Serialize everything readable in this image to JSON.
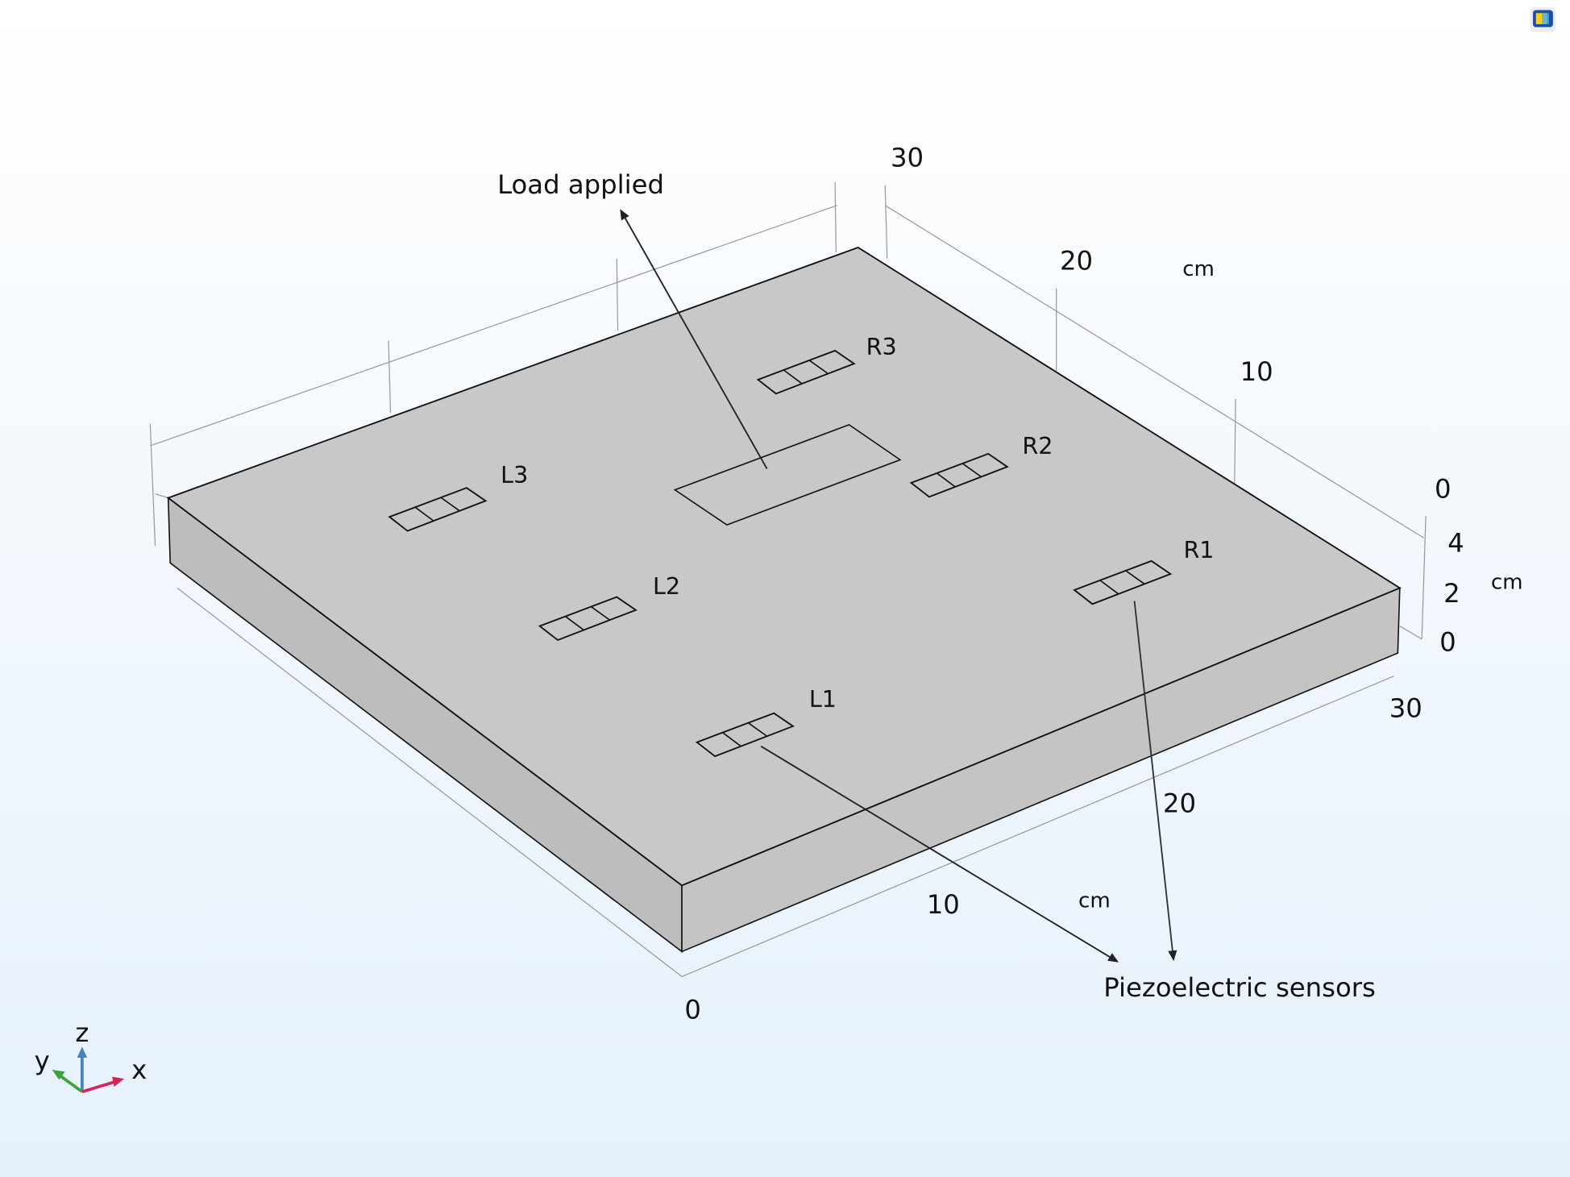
{
  "annotations": {
    "load": "Load applied",
    "sensors": "Piezoelectric sensors"
  },
  "sensors": [
    "L1",
    "L2",
    "L3",
    "R1",
    "R2",
    "R3"
  ],
  "axes": {
    "y_ticks": [
      "30",
      "20",
      "10",
      "0"
    ],
    "y_unit": "cm",
    "z_ticks": [
      "4",
      "2",
      "0"
    ],
    "z_unit": "cm",
    "x_ticks": [
      "30",
      "20",
      "10",
      "0"
    ],
    "x_unit": "cm"
  },
  "triad": {
    "x": "x",
    "y": "y",
    "z": "z"
  },
  "colors": {
    "plate": "#c8c8c8",
    "x_axis": "#d6245a",
    "y_axis": "#3da43a",
    "z_axis": "#4a80c0"
  },
  "icons": {
    "corner": "window-icon"
  }
}
